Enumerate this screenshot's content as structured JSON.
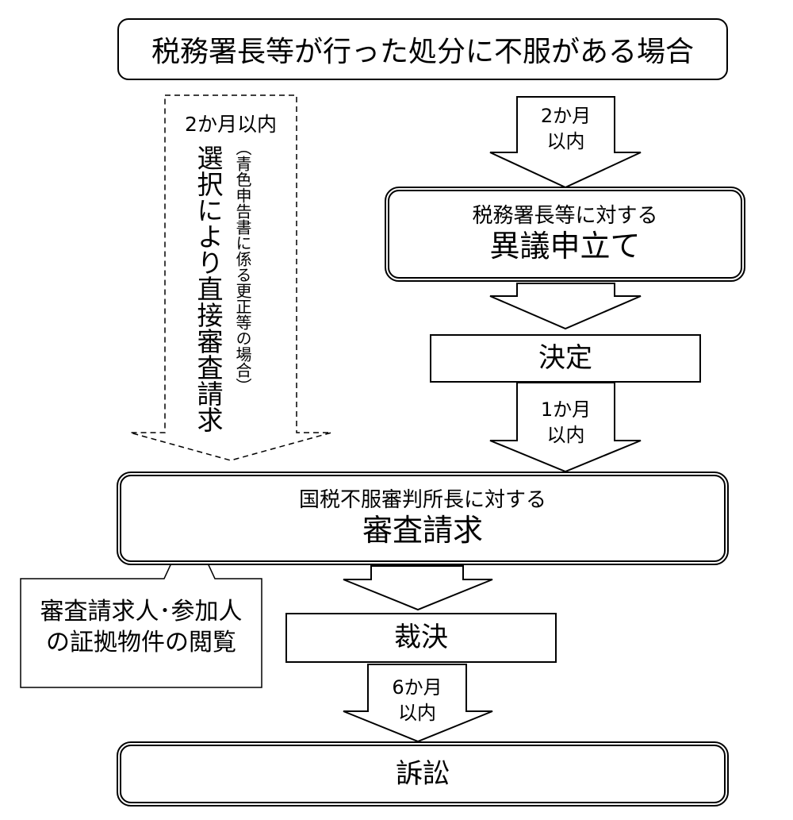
{
  "top": {
    "text": "税務署長等が行った処分に不服がある場合"
  },
  "left_path": {
    "period": "2か月以内",
    "note": "（青色申告書に係る更正等の場合）",
    "text": "選択により直接審査請求"
  },
  "arrow1": {
    "line1": "2か月",
    "line2": "以内"
  },
  "objection": {
    "line1": "税務署長等に対する",
    "line2": "異議申立て"
  },
  "decision": {
    "text": "決定"
  },
  "arrow3": {
    "line1": "1か月",
    "line2": "以内"
  },
  "review": {
    "line1": "国税不服審判所長に対する",
    "line2": "審査請求"
  },
  "callout": {
    "line1": "審査請求人･参加人",
    "line2": "の証拠物件の閲覧"
  },
  "ruling": {
    "text": "裁決"
  },
  "arrow5": {
    "line1": "6か月",
    "line2": "以内"
  },
  "lawsuit": {
    "text": "訴訟"
  }
}
